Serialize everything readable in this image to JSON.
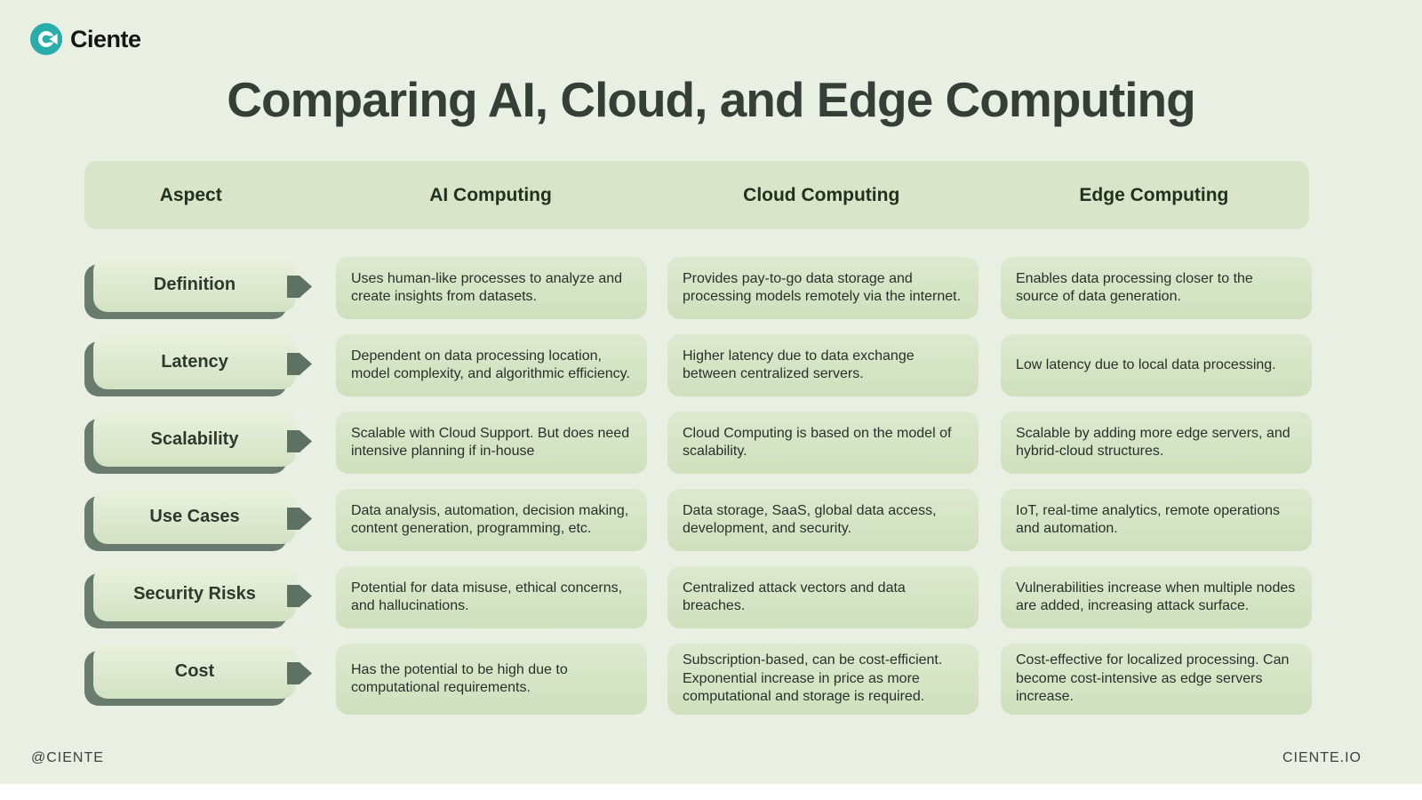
{
  "brand": {
    "name": "Ciente",
    "icon": "ciente-c-icon",
    "teal": "#2aacab"
  },
  "title": "Comparing AI, Cloud, and Edge Computing",
  "table": {
    "headers": [
      "Aspect",
      "AI Computing",
      "Cloud Computing",
      "Edge Computing"
    ],
    "rows": [
      {
        "aspect": "Definition",
        "ai": "Uses human-like processes to analyze and create insights from datasets.",
        "cloud": "Provides pay-to-go data storage and processing models remotely via the internet.",
        "edge": "Enables data processing closer to the source of data generation."
      },
      {
        "aspect": "Latency",
        "ai": "Dependent on data processing location, model complexity, and algorithmic efficiency.",
        "cloud": "Higher latency due to data exchange between centralized servers.",
        "edge": "Low latency due to local data processing."
      },
      {
        "aspect": "Scalability",
        "ai": "Scalable with Cloud Support. But does need intensive planning if in-house",
        "cloud": "Cloud Computing is based on the model of scalability.",
        "edge": "Scalable by adding more edge servers, and hybrid-cloud structures."
      },
      {
        "aspect": "Use Cases",
        "ai": "Data analysis, automation, decision making, content generation, programming, etc.",
        "cloud": "Data storage, SaaS, global data access, development, and security.",
        "edge": "IoT, real-time analytics, remote operations and automation."
      },
      {
        "aspect": "Security Risks",
        "ai": "Potential for data misuse, ethical concerns, and hallucinations.",
        "cloud": "Centralized attack vectors and data breaches.",
        "edge": "Vulnerabilities increase when multiple nodes are added, increasing attack surface."
      },
      {
        "aspect": "Cost",
        "ai": "Has the potential to be high due to computational requirements.",
        "cloud": "Subscription-based, can be cost-efficient. Exponential increase in price as more computational and storage is required.",
        "edge": "Cost-effective for localized processing. Can become cost-intensive as edge servers increase."
      }
    ]
  },
  "footer": {
    "left": "@CIENTE",
    "right": "CIENTE.IO"
  },
  "colors": {
    "background": "#e9efe2",
    "header_band": "#d8e5c9",
    "cell": "#d4e3c4",
    "aspect_shadow": "#687b6c",
    "arrow": "#5e7263",
    "title_text": "#343f35"
  }
}
